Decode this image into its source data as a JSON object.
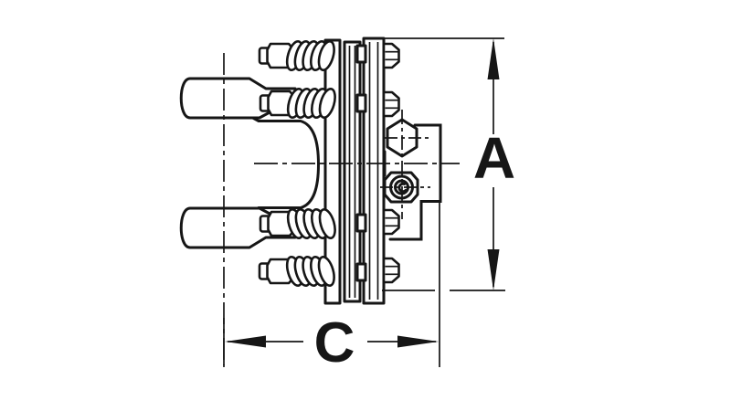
{
  "figure": {
    "labels": {
      "dimension_a": "A",
      "dimension_c": "C"
    },
    "colors": {
      "line": "#161616",
      "background": "#ffffff"
    },
    "parts": [
      "yoke-fork",
      "compression-springs",
      "friction-plate-stack",
      "clamp-bolts",
      "hub-with-bolt-and-bushing",
      "center-lines",
      "dimension-a-vertical",
      "dimension-c-horizontal"
    ]
  }
}
